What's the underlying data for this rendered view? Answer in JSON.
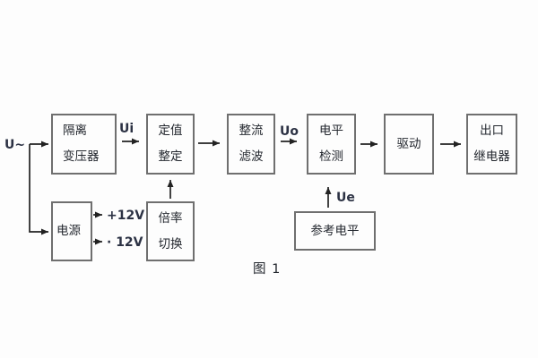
{
  "diagram": {
    "caption": "图 1",
    "signal_labels": {
      "input": "U~",
      "ui": "Ui",
      "uo": "Uo",
      "ue": "Ue",
      "rail_pos": "+12V",
      "rail_neg": "· 12V"
    },
    "blocks": {
      "isolation_transformer": {
        "line1": "隔离",
        "line2": "变压器"
      },
      "value_setting": {
        "line1": "定值",
        "line2": "整定"
      },
      "rectify_filter": {
        "line1": "整流",
        "line2": "滤波"
      },
      "level_detect": {
        "line1": "电平",
        "line2": "检测"
      },
      "driver": {
        "line1": "驱动"
      },
      "output_relay": {
        "line1": "出口",
        "line2": "继电器"
      },
      "power_supply": {
        "line1": "电源"
      },
      "ratio_switch": {
        "line1": "倍率",
        "line2": "切换"
      },
      "reference_level": {
        "line1": "参考电平"
      }
    },
    "colors": {
      "background": "#fdfdfd",
      "box_border": "#6f6f6f",
      "wire": "#222222",
      "text": "#23272e"
    }
  }
}
